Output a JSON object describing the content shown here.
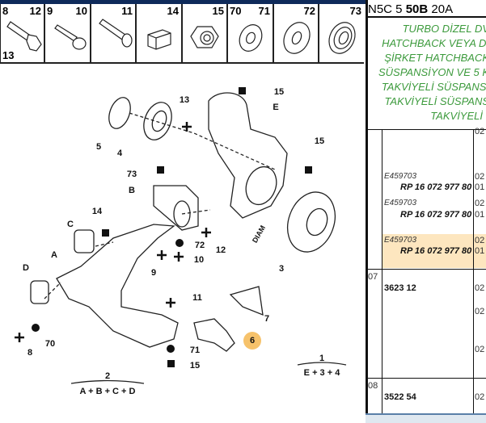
{
  "parts_strip": [
    {
      "labels": [
        "8",
        "12",
        "13"
      ],
      "icon": "hex-bolt-icon"
    },
    {
      "labels": [
        "9",
        "10"
      ],
      "icon": "round-head-bolt-icon"
    },
    {
      "labels": [
        "11"
      ],
      "icon": "socket-bolt-icon"
    },
    {
      "labels": [
        "14"
      ],
      "icon": "block-nut-icon"
    },
    {
      "labels": [
        "15"
      ],
      "icon": "lock-nut-icon"
    },
    {
      "labels": [
        "70",
        "71"
      ],
      "icon": "small-washer-icon"
    },
    {
      "labels": [
        "72"
      ],
      "icon": "large-washer-icon"
    },
    {
      "labels": [
        "73"
      ],
      "icon": "flanged-washer-icon"
    }
  ],
  "diagram": {
    "labels": {
      "l15a": "15",
      "lE": "E",
      "l13": "13",
      "l5": "5",
      "l4": "4",
      "l15b": "15",
      "l73": "73",
      "lB": "B",
      "l14": "14",
      "lC": "C",
      "lDIAM": "DIAM",
      "l72": "72",
      "l12": "12",
      "l10": "10",
      "l9": "9",
      "l3": "3",
      "lD": "D",
      "lA": "A",
      "l11": "11",
      "l7": "7",
      "l6": "6",
      "l8": "8",
      "l70": "70",
      "l71": "71",
      "l15c": "15",
      "l2": "2",
      "l2sum": "A + B + C + D",
      "l1": "1",
      "l1sum": "E + 3 + 4"
    },
    "highlighted_part": "6",
    "highlight_color": "#f6c26b"
  },
  "table": {
    "header_prefix": "N5C 5 ",
    "header_bold": "50B",
    "header_suffix": " 20A",
    "notes": [
      "TURBO DİZEL DV",
      "HATCHBACK VEYA Dİ",
      "ŞİRKET HATCHBACK",
      "SÜSPANSİYON VE 5 K",
      "TAKVİYELİ SÜSPANSİ",
      "TAKVİYELİ SÜSPANS",
      "TAKVİYELİ"
    ],
    "rows": [
      {
        "q": "02"
      },
      {
        "ref": "E459703",
        "q": "02",
        "rp": "RP 16 072 977 80",
        "q2": "01"
      },
      {
        "ref": "E459703",
        "q": "02",
        "rp": "RP 16 072 977 80",
        "q2": "01"
      },
      {
        "ref": "E459703",
        "q": "02",
        "rp": "RP 16 072 977 80",
        "q2": "01",
        "selected": true
      },
      {
        "no": "07",
        "code": "3623 12",
        "q": "02",
        "q_extra": [
          "02",
          "02"
        ]
      },
      {
        "no": "08",
        "code": "3522 54",
        "q": "02"
      }
    ],
    "highlight_color": "#fde6bf",
    "note_color": "#3c9a3c"
  }
}
